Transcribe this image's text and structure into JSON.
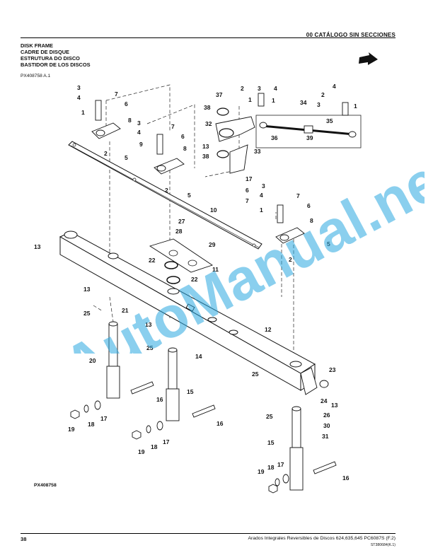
{
  "header": {
    "section_title": "00 CATÁLOGO SIN SECCIONES",
    "titles": [
      "DISK FRAME",
      "CADRE DE DISQUE",
      "ESTRUTURA DO DISCO",
      "BASTIDOR DE LOS DISCOS"
    ],
    "reference": "PX408758 A.1"
  },
  "diagram": {
    "figure_id": "PX408758",
    "watermark_text": "AutoManual.net",
    "callouts": [
      "1",
      "2",
      "3",
      "4",
      "5",
      "6",
      "7",
      "8",
      "9",
      "10",
      "11",
      "12",
      "13",
      "14",
      "15",
      "16",
      "17",
      "18",
      "19",
      "20",
      "21",
      "22",
      "23",
      "24",
      "25",
      "26",
      "27",
      "28",
      "29",
      "30",
      "31",
      "32",
      "33",
      "34",
      "35",
      "36",
      "37",
      "38",
      "39"
    ]
  },
  "footer": {
    "page_number": "38",
    "title": "Arados Integrales Reversibles de Discos 624,635,645    PC6087S    (F.2)",
    "code": "ST380684(K.1)"
  }
}
